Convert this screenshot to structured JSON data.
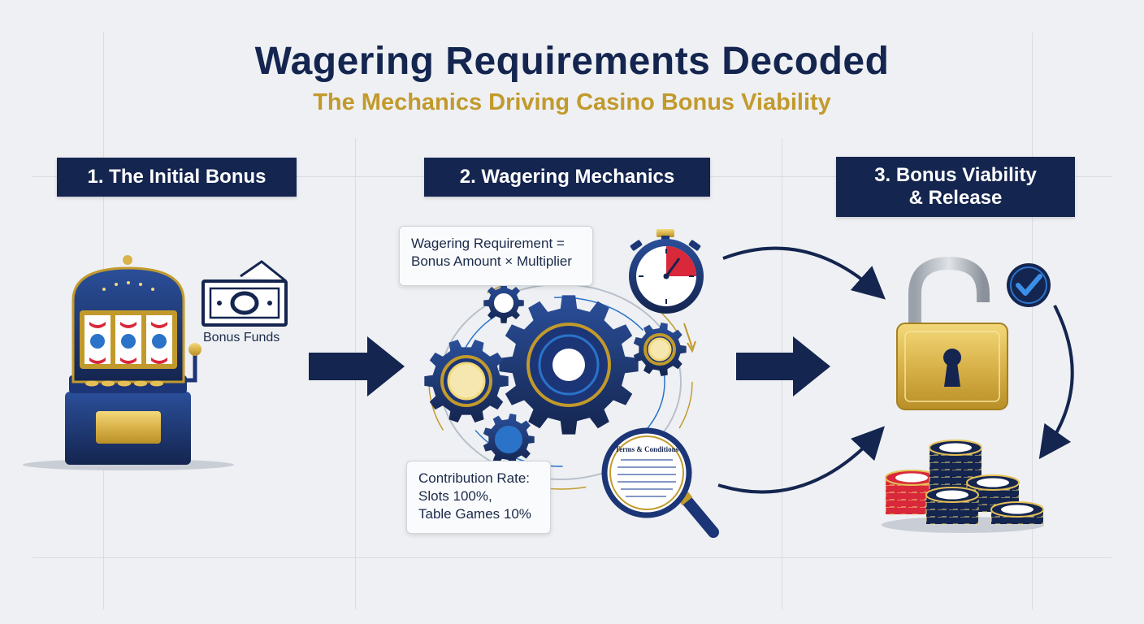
{
  "header": {
    "title": "Wagering Requirements Decoded",
    "subtitle": "The Mechanics Driving Casino Bonus Viability"
  },
  "sections": [
    {
      "label": "1. The Initial Bonus"
    },
    {
      "label": "2. Wagering Mechanics"
    },
    {
      "label_line1": "3. Bonus Viability",
      "label_line2": "& Release"
    }
  ],
  "bonus_funds_label": "Bonus Funds",
  "formula_card": {
    "line1": "Wagering Requirement =",
    "line2": "Bonus Amount × Multiplier"
  },
  "contribution_card": {
    "line1": "Contribution Rate:",
    "line2": "Slots 100%,",
    "line3": "Table Games 10%"
  },
  "magnifier_text": "Terms & Conditions",
  "colors": {
    "navy": "#14254f",
    "gold": "#c29a2c",
    "blue": "#2a73c9",
    "red": "#d8283a",
    "background": "#eef0f3"
  },
  "icons": [
    "slot-machine-icon",
    "cash-icon",
    "gears-icon",
    "stopwatch-icon",
    "magnifier-icon",
    "padlock-icon",
    "checkmark-icon",
    "poker-chips-icon",
    "arrow-right-icon"
  ]
}
